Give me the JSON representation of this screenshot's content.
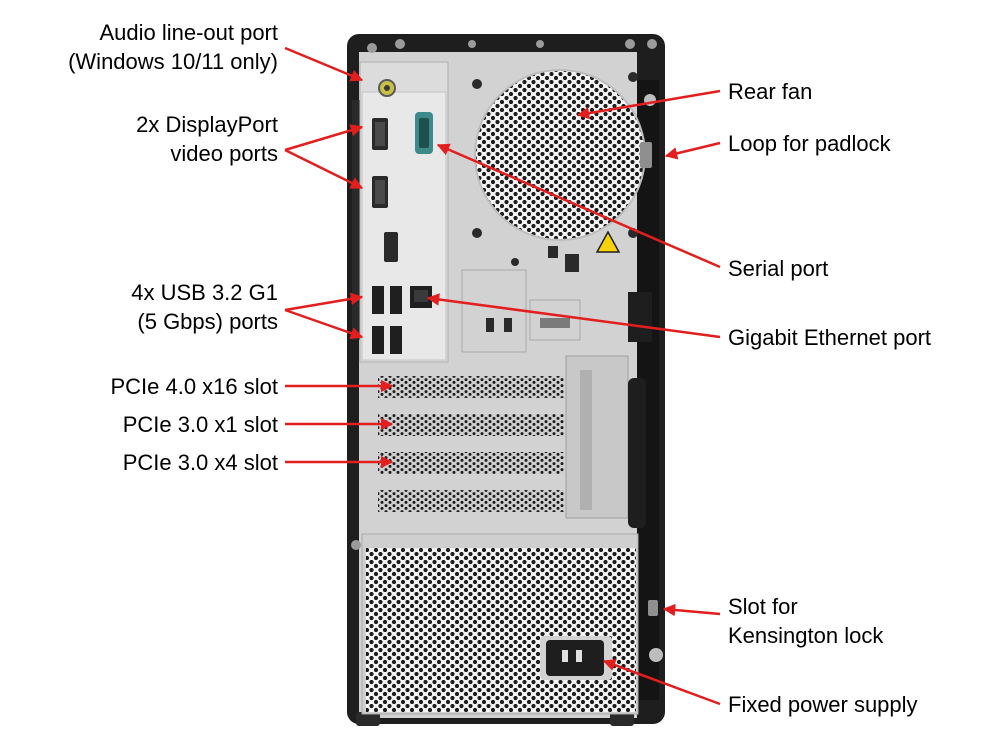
{
  "title": "",
  "colors": {
    "arrow": "#e31e1e",
    "chassis": "#1e1e1e",
    "panel": "#d2d2d2",
    "panel_shade": "#b9b9b9",
    "warning": "#f5d20a"
  },
  "labels_left": {
    "audio": [
      "Audio line-out port",
      "(Windows 10/11 only)"
    ],
    "displayport": [
      "2x DisplayPort",
      "video ports"
    ],
    "usb": [
      "4x USB 3.2 G1",
      "(5 Gbps) ports"
    ],
    "pcie16": "PCIe 4.0 x16 slot",
    "pcie1": "PCIe 3.0 x1 slot",
    "pcie4": "PCIe 3.0 x4 slot"
  },
  "labels_right": {
    "rear_fan": "Rear fan",
    "padlock": "Loop for padlock",
    "serial": "Serial port",
    "ethernet": "Gigabit Ethernet port",
    "kensington": [
      "Slot for",
      "Kensington lock"
    ],
    "psu": "Fixed power supply"
  }
}
